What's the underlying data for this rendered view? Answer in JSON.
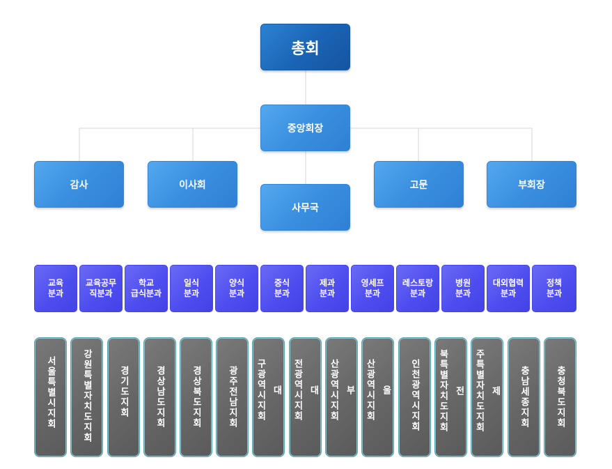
{
  "top": {
    "label": "총회"
  },
  "center": {
    "label": "중앙회장"
  },
  "level2": [
    {
      "key": "gamsa",
      "label": "감사"
    },
    {
      "key": "isahoe",
      "label": "이사회"
    },
    {
      "key": "samuguk",
      "label": "사무국"
    },
    {
      "key": "gomun",
      "label": "고문"
    },
    {
      "key": "buhoejang",
      "label": "부회장"
    }
  ],
  "divisions": [
    {
      "l1": "교육",
      "l2": "분과"
    },
    {
      "l1": "교육공무",
      "l2": "직분과"
    },
    {
      "l1": "학교",
      "l2": "급식분과"
    },
    {
      "l1": "일식",
      "l2": "분과"
    },
    {
      "l1": "양식",
      "l2": "분과"
    },
    {
      "l1": "중식",
      "l2": "분과"
    },
    {
      "l1": "제과",
      "l2": "분과"
    },
    {
      "l1": "영세프",
      "l2": "분과"
    },
    {
      "l1": "레스토랑",
      "l2": "분과"
    },
    {
      "l1": "병원",
      "l2": "분과"
    },
    {
      "l1": "대외협력",
      "l2": "분과"
    },
    {
      "l1": "정책",
      "l2": "분과"
    }
  ],
  "branches": [
    {
      "c1": "서울특별시지회"
    },
    {
      "c1": "강원특별자치도지회"
    },
    {
      "c1": "경기도지회"
    },
    {
      "c1": "경상남도지회"
    },
    {
      "c1": "경상북도지회"
    },
    {
      "c1": "광주전남지회"
    },
    {
      "c1": "대",
      "c2": "구광역시지회"
    },
    {
      "c1": "대",
      "c2": "전광역시지회"
    },
    {
      "c1": "부",
      "c2": "산광역시지회"
    },
    {
      "c1": "울",
      "c2": "산광역시지회"
    },
    {
      "c1": "인천광역시지회"
    },
    {
      "c1": "전",
      "c2": "북특별자치도지회"
    },
    {
      "c1": "제",
      "c2": "주특별자치도지회"
    },
    {
      "c1": "충남세종지회"
    },
    {
      "c1": "충청북도지회"
    }
  ]
}
